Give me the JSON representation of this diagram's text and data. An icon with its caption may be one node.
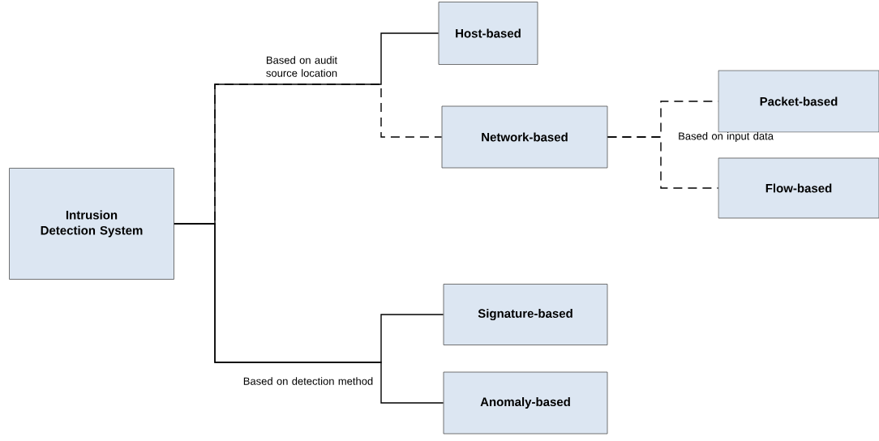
{
  "diagram": {
    "nodes": [
      {
        "text": [
          "Intrusion Detection System"
        ]
      },
      {
        "text": [
          "Host-based"
        ]
      },
      {
        "text": [
          "Network-based"
        ]
      },
      {
        "text": [
          "Packet-based"
        ]
      },
      {
        "text": [
          "Flow-based"
        ]
      },
      {
        "text": [
          "Signature-based"
        ]
      },
      {
        "text": [
          "Anomaly-based"
        ]
      }
    ],
    "edges": [
      {
        "from": 0,
        "to": 2,
        "arrow": "none",
        "style": "dashed"
      },
      {
        "from": 0,
        "to": 1,
        "arrow": "none"
      },
      {
        "from": 0,
        "to": 5,
        "arrow": "none"
      },
      {
        "from": 0,
        "to": 6,
        "arrow": "none"
      },
      {
        "from": 2,
        "to": 3,
        "arrow": "none",
        "style": "dashed"
      },
      {
        "from": 2,
        "to": 4,
        "arrow": "none",
        "style": "dashed"
      }
    ],
    "labels": [
      "Based on audit source location",
      "Based on input data",
      "Based on detection method"
    ]
  }
}
